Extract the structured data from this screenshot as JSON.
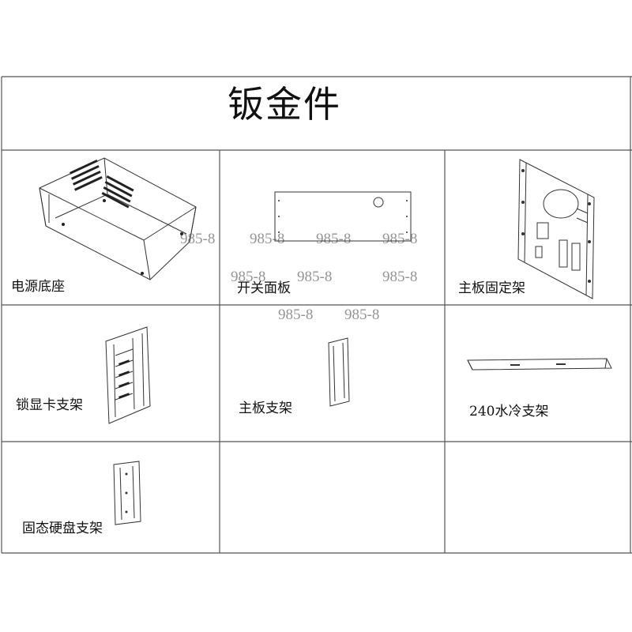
{
  "title": "钣金件",
  "parts": [
    {
      "label": "电源底座"
    },
    {
      "label": "开关面板"
    },
    {
      "label": "主板固定架"
    },
    {
      "label": "锁显卡支架"
    },
    {
      "label": "主板支架"
    },
    {
      "label": "240水冷支架"
    },
    {
      "label": "固态硬盘支架"
    }
  ],
  "watermark": "985-8",
  "colors": {
    "line": "#555555",
    "text": "#111111",
    "watermark": "#555555"
  }
}
